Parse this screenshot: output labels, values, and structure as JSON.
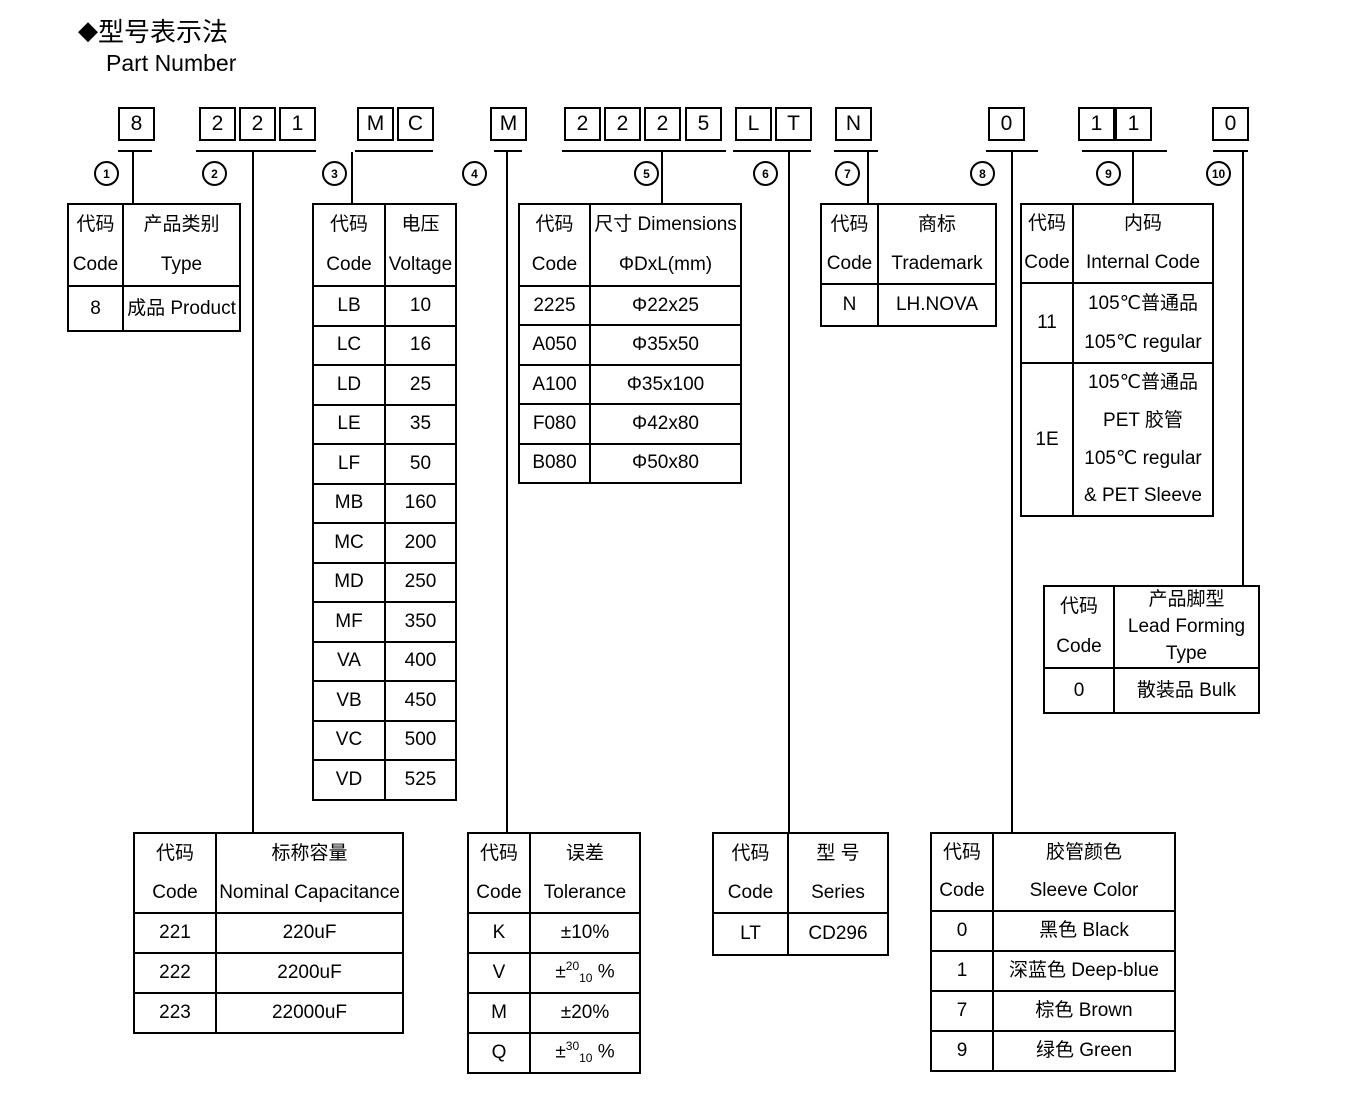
{
  "title": {
    "bullet": "◆",
    "zh": "型号表示法",
    "en": "Part Number"
  },
  "part_number": {
    "groups": [
      {
        "chars": [
          "8"
        ]
      },
      {
        "chars": [
          "2",
          "2",
          "1"
        ]
      },
      {
        "chars": [
          "M",
          "C"
        ]
      },
      {
        "chars": [
          "M"
        ]
      },
      {
        "chars": [
          "2",
          "2",
          "2",
          "5"
        ]
      },
      {
        "chars": [
          "L",
          "T"
        ]
      },
      {
        "chars": [
          "N"
        ]
      },
      {
        "chars": [
          "0"
        ]
      },
      {
        "chars": [
          "1",
          "1"
        ]
      },
      {
        "chars": [
          "0"
        ]
      }
    ],
    "markers": [
      "1",
      "2",
      "3",
      "4",
      "5",
      "6",
      "7",
      "8",
      "9",
      "10"
    ]
  },
  "tables": {
    "type": {
      "header": [
        [
          "代码",
          "Code"
        ],
        [
          "产品类别",
          "Type"
        ]
      ],
      "rows": [
        [
          "8",
          "成品 Product"
        ]
      ]
    },
    "capacitance": {
      "header": [
        [
          "代码",
          "Code"
        ],
        [
          "标称容量",
          "Nominal Capacitance"
        ]
      ],
      "rows": [
        [
          "221",
          "220uF"
        ],
        [
          "222",
          "2200uF"
        ],
        [
          "223",
          "22000uF"
        ]
      ]
    },
    "voltage": {
      "header": [
        [
          "代码",
          "Code"
        ],
        [
          "电压",
          "Voltage"
        ]
      ],
      "rows": [
        [
          "LB",
          "10"
        ],
        [
          "LC",
          "16"
        ],
        [
          "LD",
          "25"
        ],
        [
          "LE",
          "35"
        ],
        [
          "LF",
          "50"
        ],
        [
          "MB",
          "160"
        ],
        [
          "MC",
          "200"
        ],
        [
          "MD",
          "250"
        ],
        [
          "MF",
          "350"
        ],
        [
          "VA",
          "400"
        ],
        [
          "VB",
          "450"
        ],
        [
          "VC",
          "500"
        ],
        [
          "VD",
          "525"
        ]
      ]
    },
    "tolerance": {
      "header": [
        [
          "代码",
          "Code"
        ],
        [
          "误差",
          "Tolerance"
        ]
      ],
      "rows": [
        [
          "K",
          "±10%"
        ],
        [
          "V",
          {
            "pre": "±",
            "sup": "20",
            "sub": "10",
            "post": " %"
          }
        ],
        [
          "M",
          "±20%"
        ],
        [
          "Q",
          {
            "pre": "±",
            "sup": "30",
            "sub": "10",
            "post": " %"
          }
        ]
      ]
    },
    "dimensions": {
      "header": [
        [
          "代码",
          "Code"
        ],
        [
          "尺寸 Dimensions",
          "ΦDxL(mm)"
        ]
      ],
      "rows": [
        [
          "2225",
          "Φ22x25"
        ],
        [
          "A050",
          "Φ35x50"
        ],
        [
          "A100",
          "Φ35x100"
        ],
        [
          "F080",
          "Φ42x80"
        ],
        [
          "B080",
          "Φ50x80"
        ]
      ]
    },
    "series": {
      "header": [
        [
          "代码",
          "Code"
        ],
        [
          "型 号",
          "Series"
        ]
      ],
      "rows": [
        [
          "LT",
          "CD296"
        ]
      ]
    },
    "trademark": {
      "header": [
        [
          "代码",
          "Code"
        ],
        [
          "商标",
          "Trademark"
        ]
      ],
      "rows": [
        [
          "N",
          "LH.NOVA"
        ]
      ]
    },
    "sleeve_color": {
      "header": [
        [
          "代码",
          "Code"
        ],
        [
          "胶管颜色",
          "Sleeve Color"
        ]
      ],
      "rows": [
        [
          "0",
          "黑色 Black"
        ],
        [
          "1",
          "深蓝色 Deep-blue"
        ],
        [
          "7",
          "棕色 Brown"
        ],
        [
          "9",
          "绿色 Green"
        ]
      ]
    },
    "internal_code": {
      "header": [
        [
          "代码",
          "Code"
        ],
        [
          "内码",
          "Internal Code"
        ]
      ],
      "rows": [
        [
          "11",
          [
            "105℃普通品",
            "105℃  regular"
          ]
        ],
        [
          "1E",
          [
            "105℃普通品",
            "PET 胶管",
            "105℃  regular",
            "& PET Sleeve"
          ]
        ]
      ]
    },
    "lead_forming": {
      "header": [
        [
          "代码",
          "Code"
        ],
        [
          "产品脚型",
          "Lead Forming",
          "Type"
        ]
      ],
      "rows": [
        [
          "0",
          "散装品 Bulk"
        ]
      ]
    }
  }
}
